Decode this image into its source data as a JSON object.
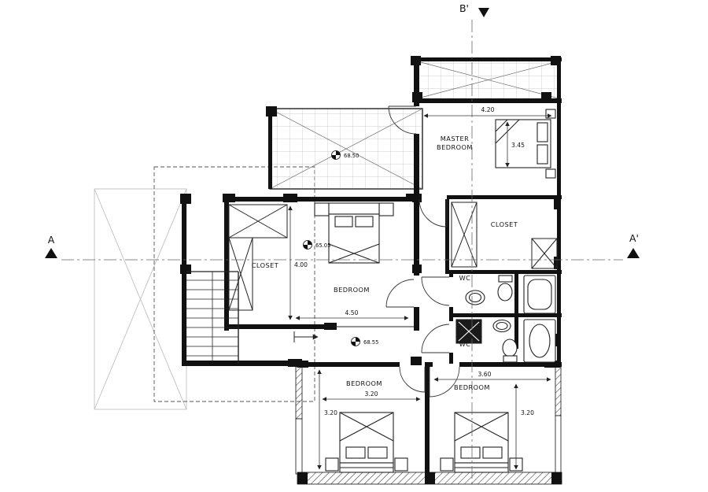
{
  "section_markers": {
    "top": "B'",
    "left": "A",
    "right": "A'"
  },
  "room_labels": {
    "master_bedroom_line1": "MASTER",
    "master_bedroom_line2": "BEDROOM",
    "closet_master": "CLOSET",
    "closet_left": "CLOSET",
    "bedroom_center": "BEDROOM",
    "bedroom_bottom_left": "BEDROOM",
    "bedroom_bottom_right": "BEDROOM",
    "wc_upper": "WC",
    "wc_lower": "WC"
  },
  "dimensions": {
    "master_width": "4.20",
    "master_bed": "3.45",
    "closet_left_height": "4.00",
    "bedroom_center_width": "4.50",
    "bedroom_bottom_left_width": "3.20",
    "bedroom_bottom_left_height": "3.20",
    "bedroom_bottom_right_width": "3.60",
    "bedroom_bottom_right_height": "3.20"
  },
  "levels": {
    "terrace": "68.50",
    "bedroom_center": "65.05",
    "hall": "68.55"
  },
  "colors": {
    "wall": "#111111",
    "paper": "#ffffff",
    "light_line": "#b9b9b9"
  }
}
